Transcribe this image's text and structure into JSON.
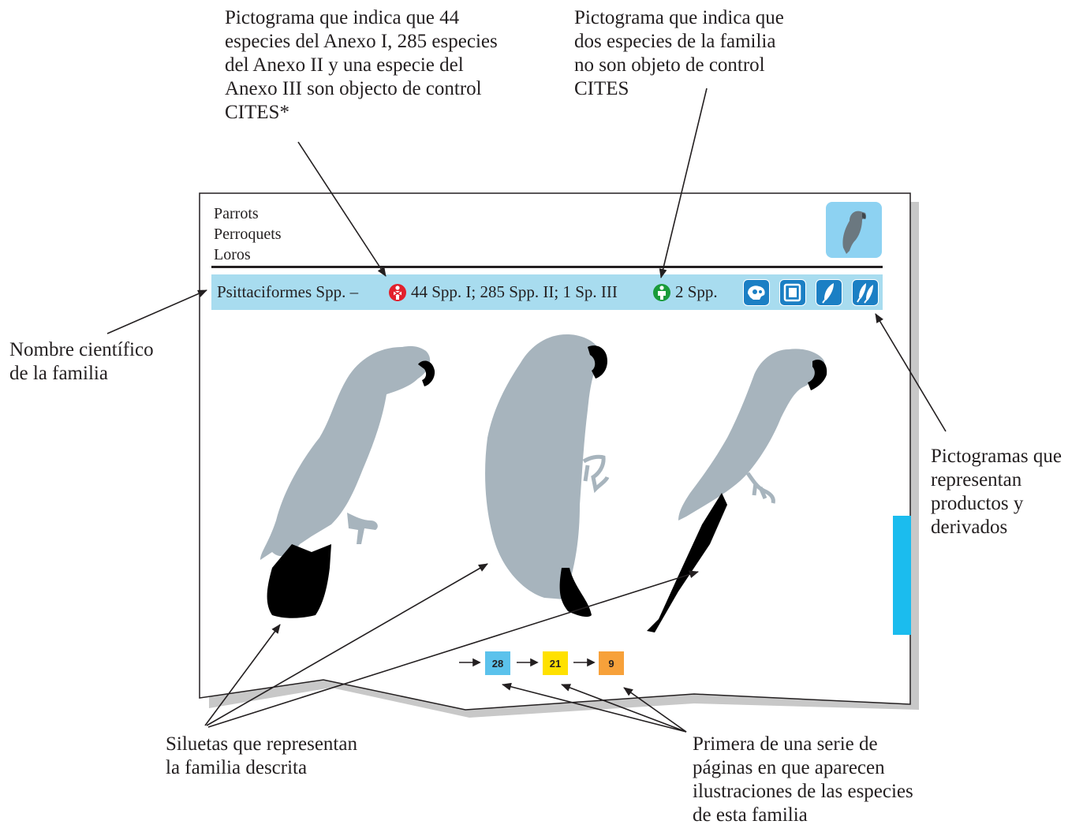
{
  "callouts": {
    "pictogram_protected": "Pictograma que indica que 44\nespecies del Anexo I, 285 especies\ndel Anexo II y una especie del\nAnexo III son objecto de control\nCITES*",
    "pictogram_unprotected": "Pictograma que indica que\ndos especies de la familia\nno son objeto de control\nCITES",
    "scientific_name": "Nombre científico\nde la familia",
    "products": "Pictogramas que\nrepresentan\nproductos y\nderivados",
    "silhouettes": "Siluetas que representan\nla familia descrita",
    "pages": "Primera de una serie de\npáginas en que aparecen\nilustraciones de las especies\nde esta familia"
  },
  "page": {
    "common_names": "Parrots\nPerroquets\nLoros",
    "scientific_family": "Psittaciformes Spp. –",
    "protected_counts": "44 Spp. I;  285 Spp. II;  1 Sp. III",
    "unprotected_counts": "2 Spp.",
    "product_icons": [
      "skull-icon",
      "leather-icon",
      "feather-icon",
      "feathers-icon"
    ],
    "page_refs": [
      {
        "number": "28",
        "color": "#5bc2ec"
      },
      {
        "number": "21",
        "color": "#ffe100"
      },
      {
        "number": "9",
        "color": "#f7a13a"
      }
    ]
  },
  "colors": {
    "bar": "#a8dcef",
    "silhouette": "#a7b4bd",
    "silhouette_tail": "#000000",
    "protected_icon": "#e2202c",
    "unprotected_icon": "#1a9b3a",
    "product_icon": "#1b7fc4",
    "thumbnail_bg": "#8dd2f2",
    "side_tab": "#1bbcee",
    "shadow": "#c8c8c8"
  }
}
